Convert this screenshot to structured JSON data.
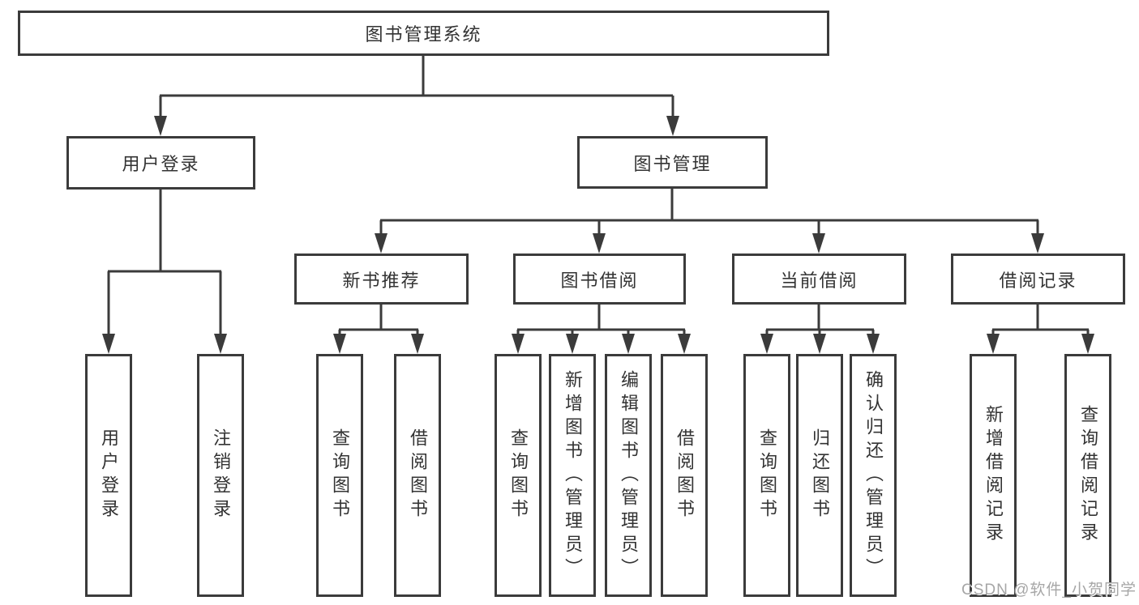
{
  "colors": {
    "line": "#3b3b3b",
    "box_border": "#3b3b3b",
    "text": "#333333",
    "watermark": "#a6a6a6",
    "background": "#ffffff"
  },
  "tree": {
    "root": {
      "label": "图书管理系统",
      "children": [
        {
          "label": "用户登录",
          "children": [
            {
              "label": "用户登录"
            },
            {
              "label": "注销登录"
            }
          ]
        },
        {
          "label": "图书管理",
          "children": [
            {
              "label": "新书推荐",
              "children": [
                {
                  "label": "查询图书"
                },
                {
                  "label": "借阅图书"
                }
              ]
            },
            {
              "label": "图书借阅",
              "children": [
                {
                  "label": "查询图书"
                },
                {
                  "label": "新增图书（管理员）"
                },
                {
                  "label": "编辑图书（管理员）"
                },
                {
                  "label": "借阅图书"
                }
              ]
            },
            {
              "label": "当前借阅",
              "children": [
                {
                  "label": "查询图书"
                },
                {
                  "label": "归还图书"
                },
                {
                  "label": "确认归还（管理员）"
                }
              ]
            },
            {
              "label": "借阅记录",
              "children": [
                {
                  "label": "新增借阅记录"
                },
                {
                  "label": "查询借阅记录"
                }
              ]
            }
          ]
        }
      ]
    }
  },
  "watermark": {
    "text": "CSDN @软件_小贺同学"
  }
}
